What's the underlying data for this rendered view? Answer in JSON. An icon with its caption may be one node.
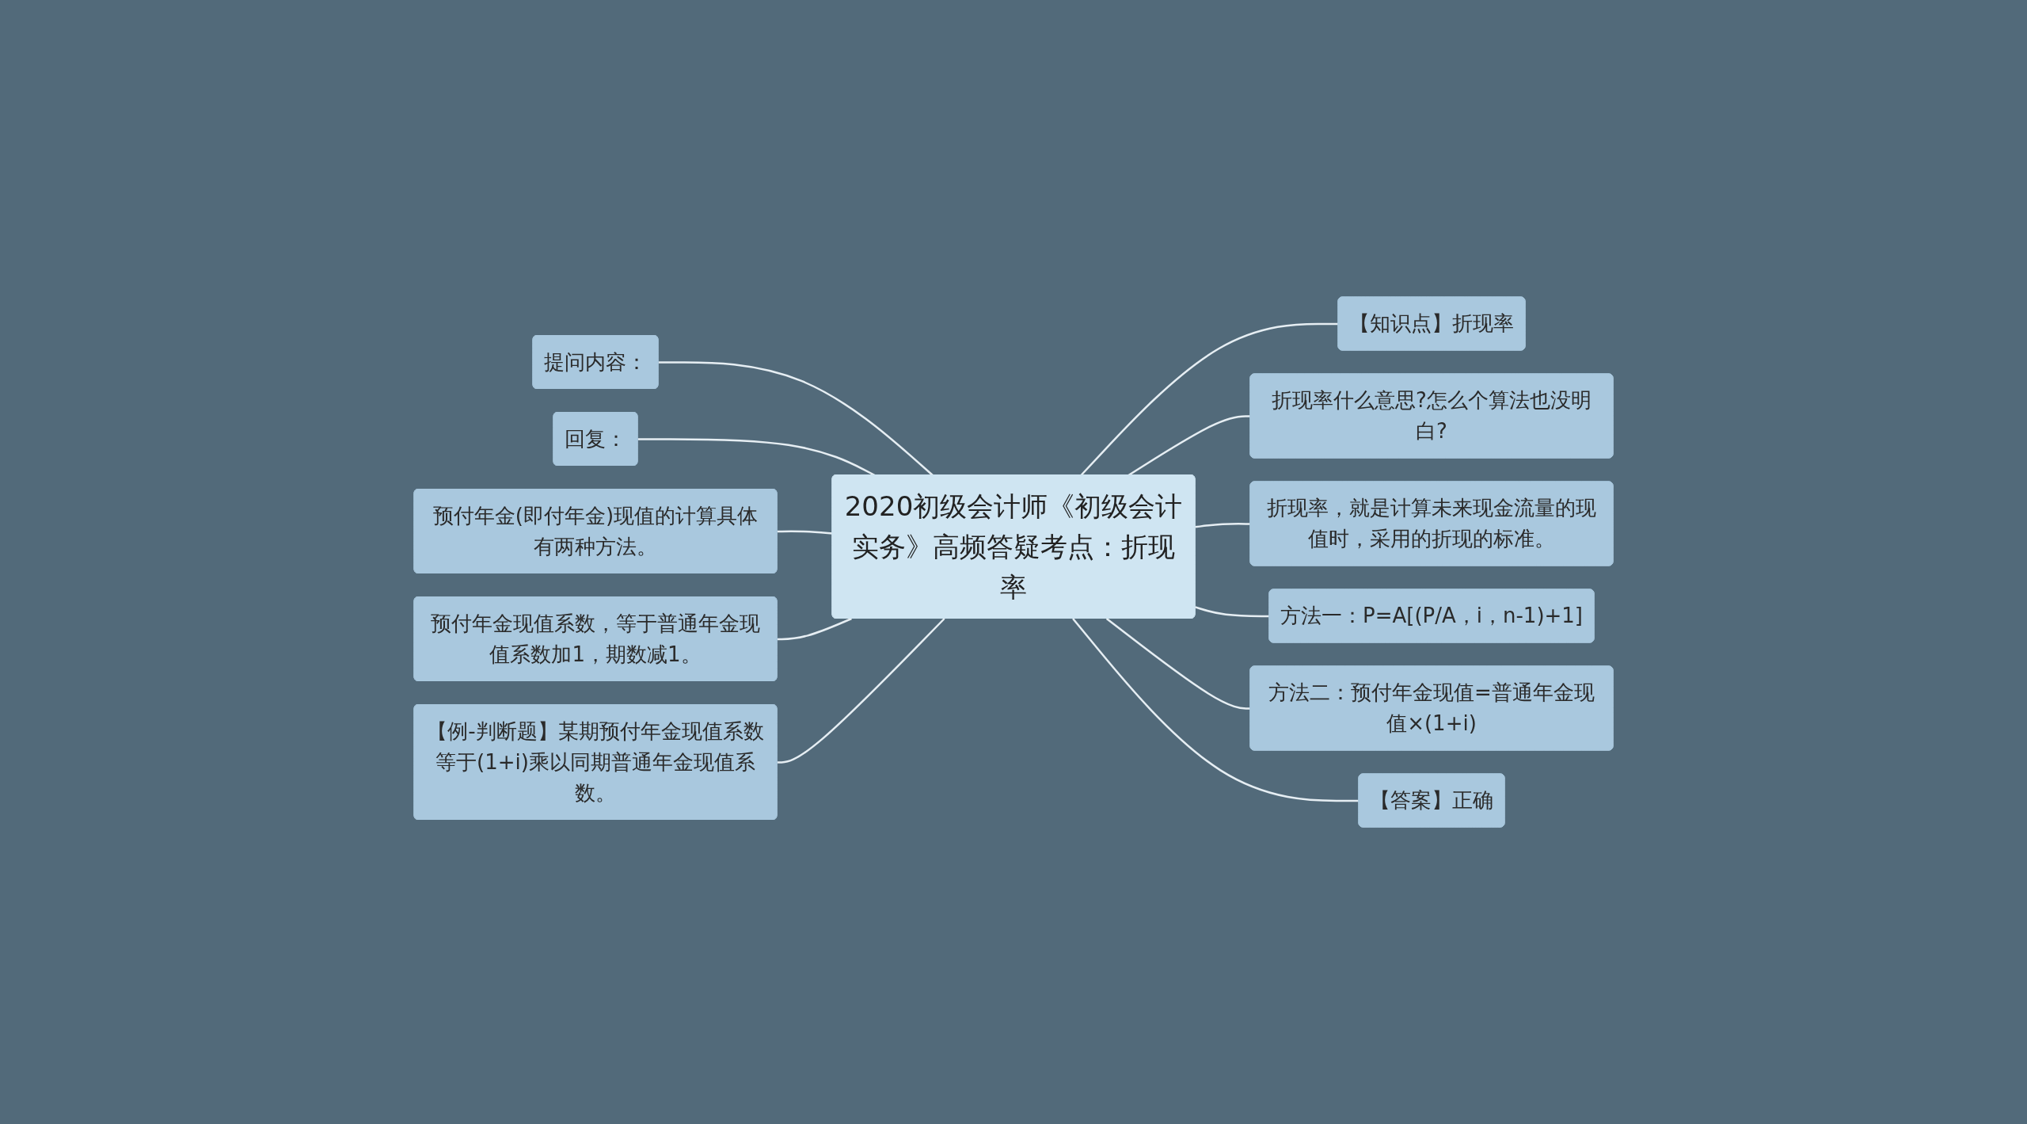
{
  "diagram": {
    "nodes": [
      {
        "text": [
          "2020初级会计师《初级会计实务》高频答疑考点：折现率"
        ]
      },
      {
        "text": [
          "提问内容："
        ]
      },
      {
        "text": [
          "回复："
        ]
      },
      {
        "text": [
          "预付年金(即付年金)现值的计算具体有两种方法。"
        ]
      },
      {
        "text": [
          "预付年金现值系数，等于普通年金现值系数加1，期数减1。"
        ]
      },
      {
        "text": [
          "【例-判断题】某期预付年金现值系数等于(1+i)乘以同期普通年金现值系数。"
        ]
      },
      {
        "text": [
          "【知识点】折现率"
        ]
      },
      {
        "text": [
          "折现率什么意思?怎么个算法也没明白?"
        ]
      },
      {
        "text": [
          "折现率，就是计算未来现金流量的现值时，采用的折现的标准。"
        ]
      },
      {
        "text": [
          "方法一：P=A[(P/A，i，n-1)+1]"
        ]
      },
      {
        "text": [
          "方法二：预付年金现值=普通年金现值×(1+i)"
        ]
      },
      {
        "text": [
          "【答案】正确"
        ]
      }
    ],
    "edges": [
      {
        "from": 0,
        "to": 1,
        "arrow": "none"
      },
      {
        "from": 0,
        "to": 2,
        "arrow": "none"
      },
      {
        "from": 0,
        "to": 3,
        "arrow": "none"
      },
      {
        "from": 0,
        "to": 4,
        "arrow": "none"
      },
      {
        "from": 0,
        "to": 5,
        "arrow": "none"
      },
      {
        "from": 0,
        "to": 6,
        "arrow": "none"
      },
      {
        "from": 0,
        "to": 7,
        "arrow": "none"
      },
      {
        "from": 0,
        "to": 8,
        "arrow": "none"
      },
      {
        "from": 0,
        "to": 9,
        "arrow": "none"
      },
      {
        "from": 0,
        "to": 10,
        "arrow": "none"
      },
      {
        "from": 0,
        "to": 11,
        "arrow": "none"
      }
    ]
  }
}
